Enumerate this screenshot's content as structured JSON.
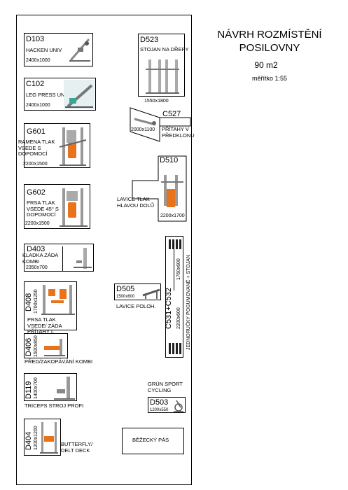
{
  "header": {
    "title_line1": "NÁVRH ROZMÍSTĚNÍ",
    "title_line2": "POSILOVNY",
    "area": "90 m2",
    "scale": "měřítko 1:55"
  },
  "equipment": {
    "d103": {
      "code": "D103",
      "name": "HACKEN UNIV",
      "dim": "2400x1000"
    },
    "c102": {
      "code": "C102",
      "name": "LEG PRESS UNIV",
      "dim": "2400x1000"
    },
    "g601": {
      "code": "G601",
      "name": "RAMENA TLAK VSEDE S DOPOMOCÍ",
      "dim": "2200x1500"
    },
    "g602": {
      "code": "G602",
      "name": "PRSA TLAK VSEDE 45° S DOPOMOCÍ",
      "dim": "2200x1500"
    },
    "d403": {
      "code": "D403",
      "name": "KLADKA ZÁDA KOMBI",
      "dim": "2350x700"
    },
    "d408": {
      "code": "D408",
      "name": "PRSA TLAK VSEDE/ ZÁDA PŘÍTAHY I.",
      "dim": "1700x1250"
    },
    "d406": {
      "code": "D406",
      "name": "PŘED/ZAKOPÁVÁNÍ KOMBI",
      "dim": "1500x850"
    },
    "d119": {
      "code": "D119",
      "name": "TRICEPS STROJ PROFI",
      "dim": "1400x700"
    },
    "d404": {
      "code": "D404",
      "name": "BUTTERFLY/ DELT DECK",
      "dim": "1200x1200"
    },
    "d523": {
      "code": "D523",
      "name": "STOJAN NA DŘEPY",
      "dim": "1550x1800"
    },
    "c527": {
      "code": "C527",
      "name": "PŘÍTAHY V PŘEDKLONU",
      "dim": "2000x1100"
    },
    "d510": {
      "code": "D510",
      "name": "LAVICE TLAK HLAVOU DOLŮ",
      "dim": "2200x1700"
    },
    "d505": {
      "code": "D505",
      "name": "LAVICE POLOH.",
      "dim": "1500x600"
    },
    "c531": {
      "code": "C531+C532",
      "name": "JEDNORUČKY POGUMOVANÉ + STOJAN",
      "dim1": "2200x600",
      "dim2": "1760x600"
    },
    "d503": {
      "code": "D503",
      "name": "GRÜN SPORT CYCLING",
      "dim": "1200x550"
    },
    "treadmill": {
      "name": "BĚŽECKÝ PÁS"
    }
  }
}
